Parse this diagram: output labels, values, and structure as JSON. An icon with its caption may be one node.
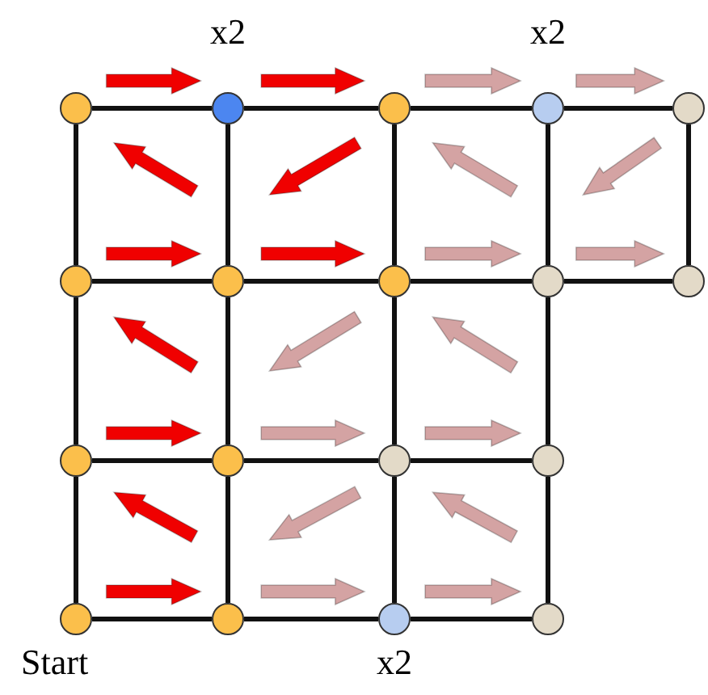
{
  "diagram": {
    "nodes": [
      {
        "text": [],
        "shape": "circle"
      },
      {
        "text": [],
        "shape": "circle",
        "beside": [
          "x2"
        ]
      },
      {
        "text": [],
        "shape": "circle"
      },
      {
        "text": [],
        "shape": "circle",
        "beside": [
          "x2"
        ]
      },
      {
        "text": [],
        "shape": "circle"
      },
      {
        "text": [],
        "shape": "circle"
      },
      {
        "text": [],
        "shape": "circle"
      },
      {
        "text": [],
        "shape": "circle"
      },
      {
        "text": [],
        "shape": "circle"
      },
      {
        "text": [],
        "shape": "circle"
      },
      {
        "text": [],
        "shape": "circle"
      },
      {
        "text": [],
        "shape": "circle"
      },
      {
        "text": [],
        "shape": "circle"
      },
      {
        "text": [],
        "shape": "circle"
      },
      {
        "text": [],
        "shape": "circle",
        "beside": [
          "Start"
        ]
      },
      {
        "text": [],
        "shape": "circle"
      },
      {
        "text": [],
        "shape": "circle",
        "beside": [
          "x2"
        ]
      },
      {
        "text": [],
        "shape": "circle"
      }
    ],
    "edges": [
      {
        "from": 0,
        "to": 1,
        "arrow": "none"
      },
      {
        "from": 1,
        "to": 2,
        "arrow": "none"
      },
      {
        "from": 2,
        "to": 3,
        "arrow": "none"
      },
      {
        "from": 3,
        "to": 4,
        "arrow": "none"
      },
      {
        "from": 5,
        "to": 6,
        "arrow": "none"
      },
      {
        "from": 6,
        "to": 7,
        "arrow": "none"
      },
      {
        "from": 7,
        "to": 8,
        "arrow": "none"
      },
      {
        "from": 8,
        "to": 9,
        "arrow": "none"
      },
      {
        "from": 10,
        "to": 11,
        "arrow": "none"
      },
      {
        "from": 11,
        "to": 12,
        "arrow": "none"
      },
      {
        "from": 12,
        "to": 13,
        "arrow": "none"
      },
      {
        "from": 14,
        "to": 15,
        "arrow": "none"
      },
      {
        "from": 15,
        "to": 16,
        "arrow": "none"
      },
      {
        "from": 16,
        "to": 17,
        "arrow": "none"
      },
      {
        "from": 0,
        "to": 5,
        "arrow": "none"
      },
      {
        "from": 5,
        "to": 10,
        "arrow": "none"
      },
      {
        "from": 10,
        "to": 14,
        "arrow": "none"
      },
      {
        "from": 1,
        "to": 6,
        "arrow": "none"
      },
      {
        "from": 6,
        "to": 11,
        "arrow": "none"
      },
      {
        "from": 11,
        "to": 15,
        "arrow": "none"
      },
      {
        "from": 2,
        "to": 7,
        "arrow": "none"
      },
      {
        "from": 7,
        "to": 12,
        "arrow": "none"
      },
      {
        "from": 12,
        "to": 16,
        "arrow": "none"
      },
      {
        "from": 3,
        "to": 8,
        "arrow": "none"
      },
      {
        "from": 8,
        "to": 13,
        "arrow": "none"
      },
      {
        "from": 13,
        "to": 17,
        "arrow": "none"
      },
      {
        "from": 4,
        "to": 9,
        "arrow": "none"
      },
      {
        "from": 0,
        "to": 1,
        "arrow": "to",
        "style": "thick",
        "color": "#f00000"
      },
      {
        "from": 1,
        "to": 2,
        "arrow": "to",
        "style": "thick",
        "color": "#f00000"
      },
      {
        "from": 2,
        "to": 3,
        "arrow": "to",
        "style": "thick",
        "color": "#d4a3a3"
      },
      {
        "from": 3,
        "to": 4,
        "arrow": "to",
        "style": "thick",
        "color": "#d4a3a3"
      },
      {
        "from": 6,
        "to": 0,
        "arrow": "to",
        "style": "thick",
        "color": "#f00000"
      },
      {
        "from": 2,
        "to": 6,
        "arrow": "to",
        "style": "thick",
        "color": "#f00000"
      },
      {
        "from": 8,
        "to": 2,
        "arrow": "to",
        "style": "thick",
        "color": "#d4a3a3"
      },
      {
        "from": 4,
        "to": 8,
        "arrow": "to",
        "style": "thick",
        "color": "#d4a3a3"
      },
      {
        "from": 5,
        "to": 6,
        "arrow": "to",
        "style": "thick",
        "color": "#f00000"
      },
      {
        "from": 6,
        "to": 7,
        "arrow": "to",
        "style": "thick",
        "color": "#f00000"
      },
      {
        "from": 7,
        "to": 8,
        "arrow": "to",
        "style": "thick",
        "color": "#d4a3a3"
      },
      {
        "from": 8,
        "to": 9,
        "arrow": "to",
        "style": "thick",
        "color": "#d4a3a3"
      },
      {
        "from": 11,
        "to": 5,
        "arrow": "to",
        "style": "thick",
        "color": "#f00000"
      },
      {
        "from": 7,
        "to": 11,
        "arrow": "to",
        "style": "thick",
        "color": "#d4a3a3"
      },
      {
        "from": 13,
        "to": 7,
        "arrow": "to",
        "style": "thick",
        "color": "#d4a3a3"
      },
      {
        "from": 10,
        "to": 11,
        "arrow": "to",
        "style": "thick",
        "color": "#f00000"
      },
      {
        "from": 11,
        "to": 12,
        "arrow": "to",
        "style": "thick",
        "color": "#d4a3a3"
      },
      {
        "from": 12,
        "to": 13,
        "arrow": "to",
        "style": "thick",
        "color": "#d4a3a3"
      },
      {
        "from": 15,
        "to": 10,
        "arrow": "to",
        "style": "thick",
        "color": "#f00000"
      },
      {
        "from": 12,
        "to": 15,
        "arrow": "to",
        "style": "thick",
        "color": "#d4a3a3"
      },
      {
        "from": 17,
        "to": 12,
        "arrow": "to",
        "style": "thick",
        "color": "#d4a3a3"
      },
      {
        "from": 14,
        "to": 15,
        "arrow": "to",
        "style": "thick",
        "color": "#f00000"
      },
      {
        "from": 15,
        "to": 16,
        "arrow": "to",
        "style": "thick",
        "color": "#d4a3a3"
      },
      {
        "from": 16,
        "to": 17,
        "arrow": "to",
        "style": "thick",
        "color": "#d4a3a3"
      }
    ]
  }
}
